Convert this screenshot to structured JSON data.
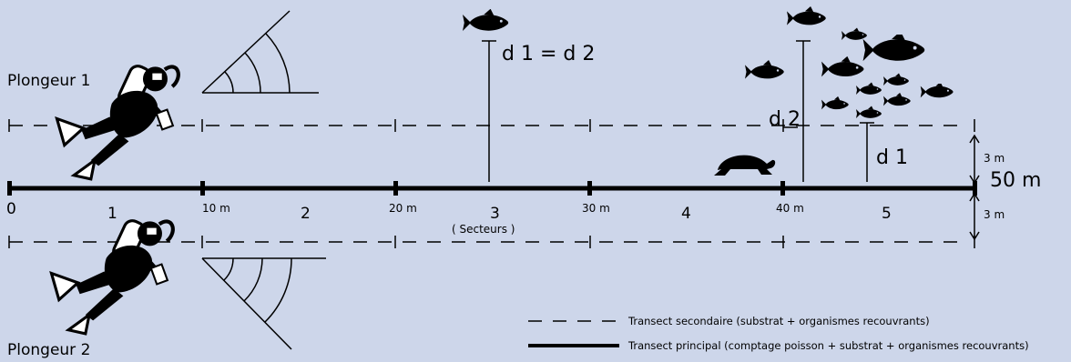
{
  "diver1_label": "Plongeur 1",
  "diver2_label": "Plongeur 2",
  "equality_label": "d 1 = d 2",
  "d2_label": "d 2",
  "d1_label": "d 1",
  "vertical_offset_top": "3 m",
  "vertical_offset_bottom": "3 m",
  "end_distance": "50 m",
  "sectors_label": "( Secteurs )",
  "distance_marks": [
    "0",
    "10 m",
    "20 m",
    "30 m",
    "40 m"
  ],
  "sector_numbers": [
    "1",
    "2",
    "3",
    "4",
    "5"
  ],
  "legend": {
    "secondary": "Transect secondaire (substrat + organismes recouvrants)",
    "principal": "Transect principal (comptage poisson + substrat + organismes recouvrants)"
  },
  "colors": {
    "background": "#cdd6ea",
    "ink": "#000000"
  },
  "icons": [
    "diver-icon",
    "fish-icon",
    "turtle-icon",
    "field-of-view-icon"
  ]
}
